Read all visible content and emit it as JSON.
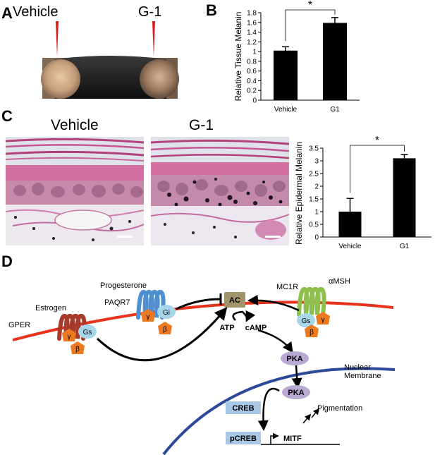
{
  "panels": {
    "a": "A",
    "b": "B",
    "c": "C",
    "d": "D"
  },
  "panel_a": {
    "vehicle_label": "Vehicle",
    "g1_label": "G-1"
  },
  "panel_c": {
    "vehicle_label": "Vehicle",
    "g1_label": "G-1"
  },
  "chart_data": [
    {
      "type": "bar",
      "categories": [
        "Vehicle",
        "G1"
      ],
      "values": [
        1.02,
        1.59
      ],
      "errors": [
        0.08,
        0.11
      ],
      "ylabel": "Relative Tissue Melanin",
      "ylim": [
        0,
        1.8
      ],
      "yticks": [
        "0",
        "0.2",
        "0.4",
        "0.6",
        "0.8",
        "1",
        "1.2",
        "1.4",
        "1.6",
        "1.8"
      ],
      "significance": "*",
      "grid": false,
      "color": "#000000"
    },
    {
      "type": "bar",
      "categories": [
        "Vehicle",
        "G1"
      ],
      "values": [
        1.0,
        3.1
      ],
      "errors": [
        0.52,
        0.15
      ],
      "ylabel": "Relative Epidermal Melanin",
      "ylim": [
        0,
        3.5
      ],
      "yticks": [
        "0",
        "0.5",
        "1",
        "1.5",
        "2",
        "2.5",
        "3",
        "3.5"
      ],
      "significance": "*",
      "grid": false,
      "color": "#000000"
    }
  ],
  "pathway": {
    "estrogen": "Estrogen",
    "gper": "GPER",
    "progesterone": "Progesterone",
    "paqr7": "PAQR7",
    "mc1r": "MC1R",
    "amsh": "αMSH",
    "ac": "AC",
    "atp": "ATP",
    "camp": "cAMP",
    "pka": "PKA",
    "nuclear_membrane": "Nuclear\nMembrane",
    "creb": "CREB",
    "pcreb": "pCREB",
    "mitf": "MITF",
    "pigmentation": "Pigmentation",
    "gs": "Gs",
    "gi": "Gi",
    "gamma": "γ",
    "beta": "β",
    "membrane_color": "#e8321e",
    "nuclear_color": "#2d4a9a",
    "gper_color": "#a83a2c",
    "paqr7_color": "#4f8fd0",
    "mc1r_color": "#8cc04a",
    "ac_color": "#a0956a",
    "pka_color": "#b9a8d2",
    "creb_color": "#a9c7e6",
    "gs_color": "#a7d6ea",
    "subunit_color": "#ec7a22"
  }
}
